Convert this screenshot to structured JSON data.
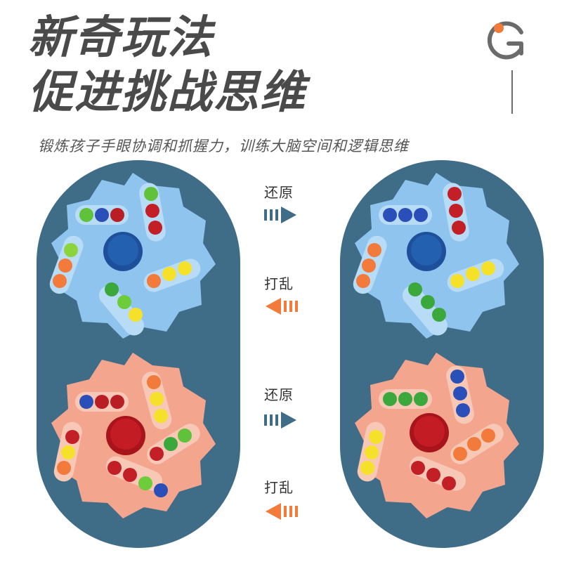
{
  "title": {
    "line1": "新奇玩法",
    "line2": "促进挑战思维"
  },
  "subtitle": "锻炼孩子手眼协调和抓握力，训练大脑空间和逻辑思维",
  "labels": {
    "top_restore": "还原",
    "top_scramble": "打乱",
    "bottom_restore": "还原",
    "bottom_scramble": "打乱"
  },
  "colors": {
    "panel": "#3f6c86",
    "blue_toy": "#8fc4ee",
    "pink_toy": "#f3a58d",
    "restore_arrow": "#3f6c86",
    "scramble_arrow": "#f27a3b"
  }
}
